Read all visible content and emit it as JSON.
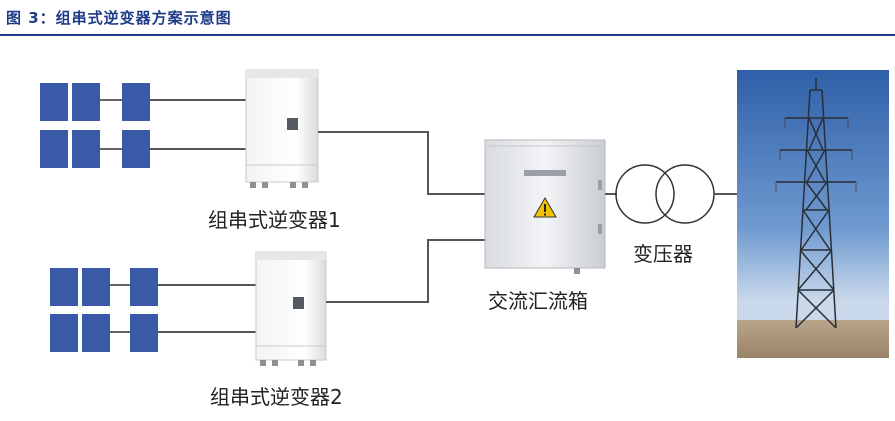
{
  "figure": {
    "title": "图 3：组串式逆变器方案示意图"
  },
  "labels": {
    "inverter_1": "组串式逆变器1",
    "inverter_2": "组串式逆变器2",
    "combiner_box": "交流汇流箱",
    "transformer": "变压器"
  },
  "colors": {
    "title": "#1f3c88",
    "panel": "#3a5aa8",
    "wire": "#444444"
  },
  "icons": {
    "warning": "warning-triangle-icon"
  }
}
